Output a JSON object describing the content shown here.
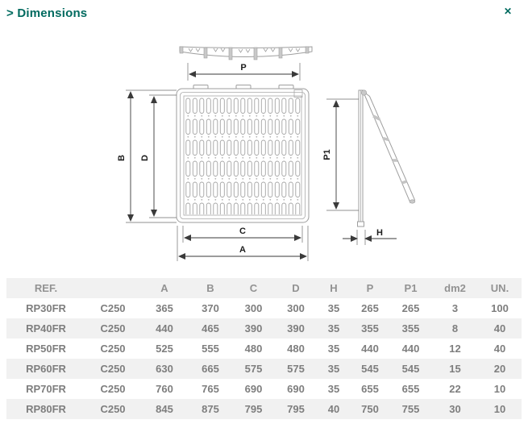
{
  "panel": {
    "title": "> Dimensions",
    "close_glyph": "✕"
  },
  "colors": {
    "accent": "#006a5f",
    "table_text": "#7e7e7e",
    "table_header_text": "#929292",
    "row_stripe": "#f1f1f1",
    "drawing_outline": "#9e9e9e",
    "dimension_line": "#3a3a3a"
  },
  "diagram": {
    "labels": {
      "p": "P",
      "b": "B",
      "d": "D",
      "c": "C",
      "a": "A",
      "p1": "P1",
      "h": "H"
    }
  },
  "table": {
    "columns": [
      "REF.",
      "",
      "A",
      "B",
      "C",
      "D",
      "H",
      "P",
      "P1",
      "dm2",
      "UN."
    ],
    "rows": [
      [
        "RP30FR",
        "C250",
        "365",
        "370",
        "300",
        "300",
        "35",
        "265",
        "265",
        "3",
        "100"
      ],
      [
        "RP40FR",
        "C250",
        "440",
        "465",
        "390",
        "390",
        "35",
        "355",
        "355",
        "8",
        "40"
      ],
      [
        "RP50FR",
        "C250",
        "525",
        "555",
        "480",
        "480",
        "35",
        "440",
        "440",
        "12",
        "40"
      ],
      [
        "RP60FR",
        "C250",
        "630",
        "665",
        "575",
        "575",
        "35",
        "545",
        "545",
        "15",
        "20"
      ],
      [
        "RP70FR",
        "C250",
        "760",
        "765",
        "690",
        "690",
        "35",
        "655",
        "655",
        "22",
        "10"
      ],
      [
        "RP80FR",
        "C250",
        "845",
        "875",
        "795",
        "795",
        "40",
        "750",
        "755",
        "30",
        "10"
      ]
    ]
  }
}
